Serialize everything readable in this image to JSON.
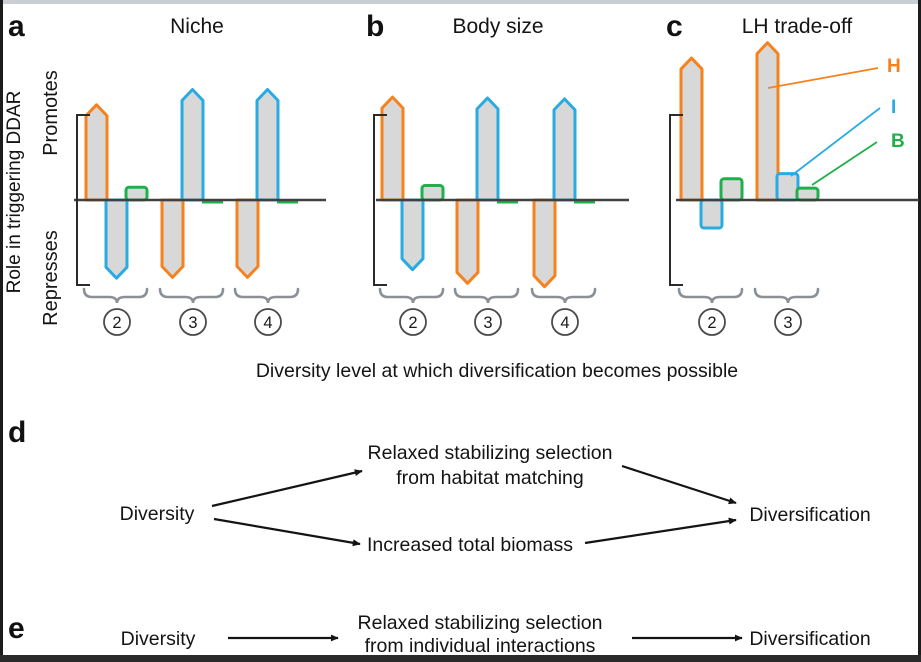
{
  "figure": {
    "y_axis_label": "Role in triggering DDAR",
    "y_axis_top": "Promotes",
    "y_axis_bottom": "Represses",
    "x_axis_caption": "Diversity level at which diversification becomes possible"
  },
  "colors": {
    "H": "#F5821E",
    "I": "#29ABE2",
    "B": "#1FAF4B",
    "bar_fill": "#D8D8D8",
    "axis": "#404040",
    "bracket": "#2B2B2B",
    "brace": "#8A9096",
    "text": "#141414"
  },
  "legend": {
    "entries": [
      {
        "label": "H",
        "series": "H",
        "color": "#F5821E"
      },
      {
        "label": "I",
        "series": "I",
        "color": "#29ABE2"
      },
      {
        "label": "B",
        "series": "B",
        "color": "#1FAF4B"
      }
    ]
  },
  "chart_data": [
    {
      "type": "bar",
      "panel_label": "a",
      "title": "Niche",
      "categories": [
        "2",
        "3",
        "4"
      ],
      "series": [
        {
          "name": "H",
          "values": [
            1.12,
            -0.91,
            -0.91
          ]
        },
        {
          "name": "I",
          "values": [
            -0.92,
            1.3,
            1.3
          ]
        },
        {
          "name": "B",
          "values": [
            0.15,
            -0.03,
            -0.03
          ]
        }
      ],
      "units": "relative role strength; +1 = top of axis bracket (Promotes), -1 = bottom (Represses)",
      "xlabel": "Diversity level at which diversification becomes possible",
      "ylabel": "Role in triggering DDAR",
      "ylim": [
        -1,
        2
      ],
      "grid": false
    },
    {
      "type": "bar",
      "panel_label": "b",
      "title": "Body size",
      "categories": [
        "2",
        "3",
        "4"
      ],
      "series": [
        {
          "name": "H",
          "values": [
            1.21,
            -0.98,
            -1.02
          ]
        },
        {
          "name": "I",
          "values": [
            -0.82,
            1.2,
            1.19
          ]
        },
        {
          "name": "B",
          "values": [
            0.17,
            -0.03,
            -0.02
          ]
        }
      ],
      "units": "relative role strength; +1 = top of axis bracket (Promotes), -1 = bottom (Represses)",
      "xlabel": "Diversity level at which diversification becomes possible",
      "ylabel": "Role in triggering DDAR",
      "ylim": [
        -1,
        2
      ],
      "grid": false
    },
    {
      "type": "bar",
      "panel_label": "c",
      "title": "LH trade-off",
      "categories": [
        "2",
        "3"
      ],
      "series": [
        {
          "name": "H",
          "values": [
            1.67,
            1.85
          ]
        },
        {
          "name": "I",
          "values": [
            -0.33,
            0.31
          ]
        },
        {
          "name": "B",
          "values": [
            0.25,
            0.14
          ]
        }
      ],
      "units": "relative role strength; +1 = top of axis bracket (Promotes), -1 = bottom (Represses)",
      "xlabel": "Diversity level at which diversification becomes possible",
      "ylabel": "Role in triggering DDAR",
      "ylim": [
        -1,
        2
      ],
      "legend_position": "right",
      "grid": false
    }
  ],
  "flow_d": {
    "label": "d",
    "source": "Diversity",
    "branch_top_line1": "Relaxed stabilizing selection",
    "branch_top_line2": "from habitat matching",
    "branch_bottom": "Increased total biomass",
    "target": "Diversification"
  },
  "flow_e": {
    "label": "e",
    "source": "Diversity",
    "middle_line1": "Relaxed stabilizing selection",
    "middle_line2": "from individual interactions",
    "target": "Diversification"
  }
}
